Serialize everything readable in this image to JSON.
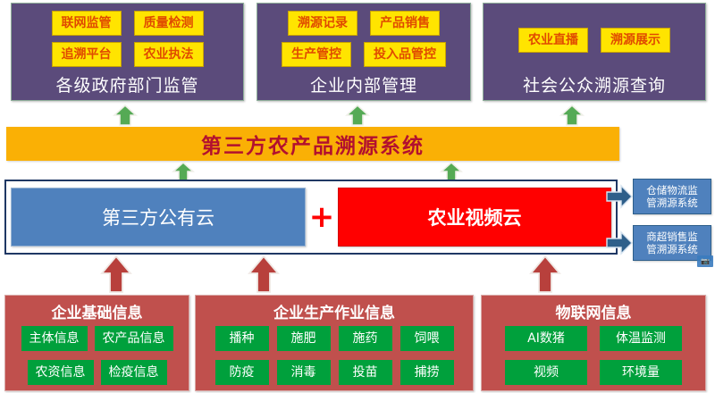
{
  "top_panels": [
    {
      "title": "各级政府部门监管",
      "chips": [
        "联网监管",
        "质量检测",
        "追溯平台",
        "农业执法"
      ]
    },
    {
      "title": "企业内部管理",
      "chips": [
        "溯源记录",
        "产品销售",
        "生产管控",
        "投入品管控"
      ]
    },
    {
      "title": "社会公众溯源查询",
      "chips": [
        "农业直播",
        "溯源展示"
      ]
    }
  ],
  "banner": {
    "title": "第三方农产品溯源系统"
  },
  "cloud": {
    "public_cloud": "第三方公有云",
    "plus": "+",
    "video_cloud": "农业视频云"
  },
  "side_boxes": [
    {
      "line1": "仓储物流监",
      "line2": "管溯源系统"
    },
    {
      "line1": "商超销售监",
      "line2": "管溯源系统"
    }
  ],
  "bottom_panels": [
    {
      "title": "企业基础信息",
      "tags_row1": [
        "主体信息",
        "农产品信息"
      ],
      "tags_row2": [
        "农资信息",
        "检疫信息"
      ]
    },
    {
      "title": "企业生产作业信息",
      "tags_row1": [
        "播种",
        "施肥",
        "施药",
        "饲喂"
      ],
      "tags_row2": [
        "防疫",
        "消毒",
        "投苗",
        "捕捞"
      ]
    },
    {
      "title": "物联网信息",
      "tags_row1": [
        "AI数猪",
        "体温监测"
      ],
      "tags_row2": [
        "视频",
        "环境量"
      ]
    }
  ],
  "colors": {
    "panel_purple": "#5B4B7B",
    "chip_yellow": "#FFE400",
    "chip_text": "#E04A00",
    "banner_orange": "#FAB005",
    "banner_text": "#B2102F",
    "cloud_blue": "#4F81BD",
    "cloud_red": "#FF0000",
    "bottom_red": "#C0504D",
    "tag_green": "#00A03C",
    "arrow_green": "#55AA55",
    "arrow_red": "#B8403C",
    "arrow_blue": "#2E5F8A"
  }
}
